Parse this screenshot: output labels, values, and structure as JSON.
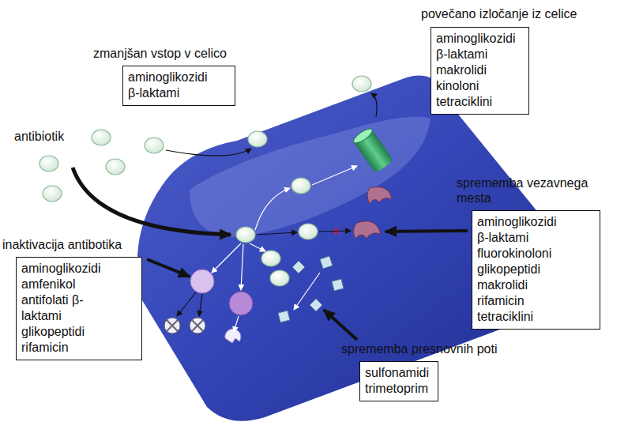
{
  "diagram": {
    "nodes": [
      {
        "text": [
          "zmanjšan vstop v celico",
          "aminoglikozidi β-laktami"
        ]
      },
      {
        "text": [
          "povečano izločanje iz celice",
          "aminoglikozidi β-laktami makrolidi kinoloni tetraciklini"
        ]
      },
      {
        "text": [
          "sprememba vezavnega mesta",
          "aminoglikozidi β-laktami fluorokinoloni glikopeptidi makrolidi rifamicin tetraciklini"
        ]
      },
      {
        "text": [
          "inaktivacija antibotika",
          "aminoglikozidi amfenikol antifolati β-laktami glikopeptidi rifamicin"
        ]
      },
      {
        "text": [
          "sprememba presnovnih poti",
          "sulfonamidi trimetoprim"
        ]
      }
    ],
    "labels": [
      "antibiotik"
    ]
  }
}
